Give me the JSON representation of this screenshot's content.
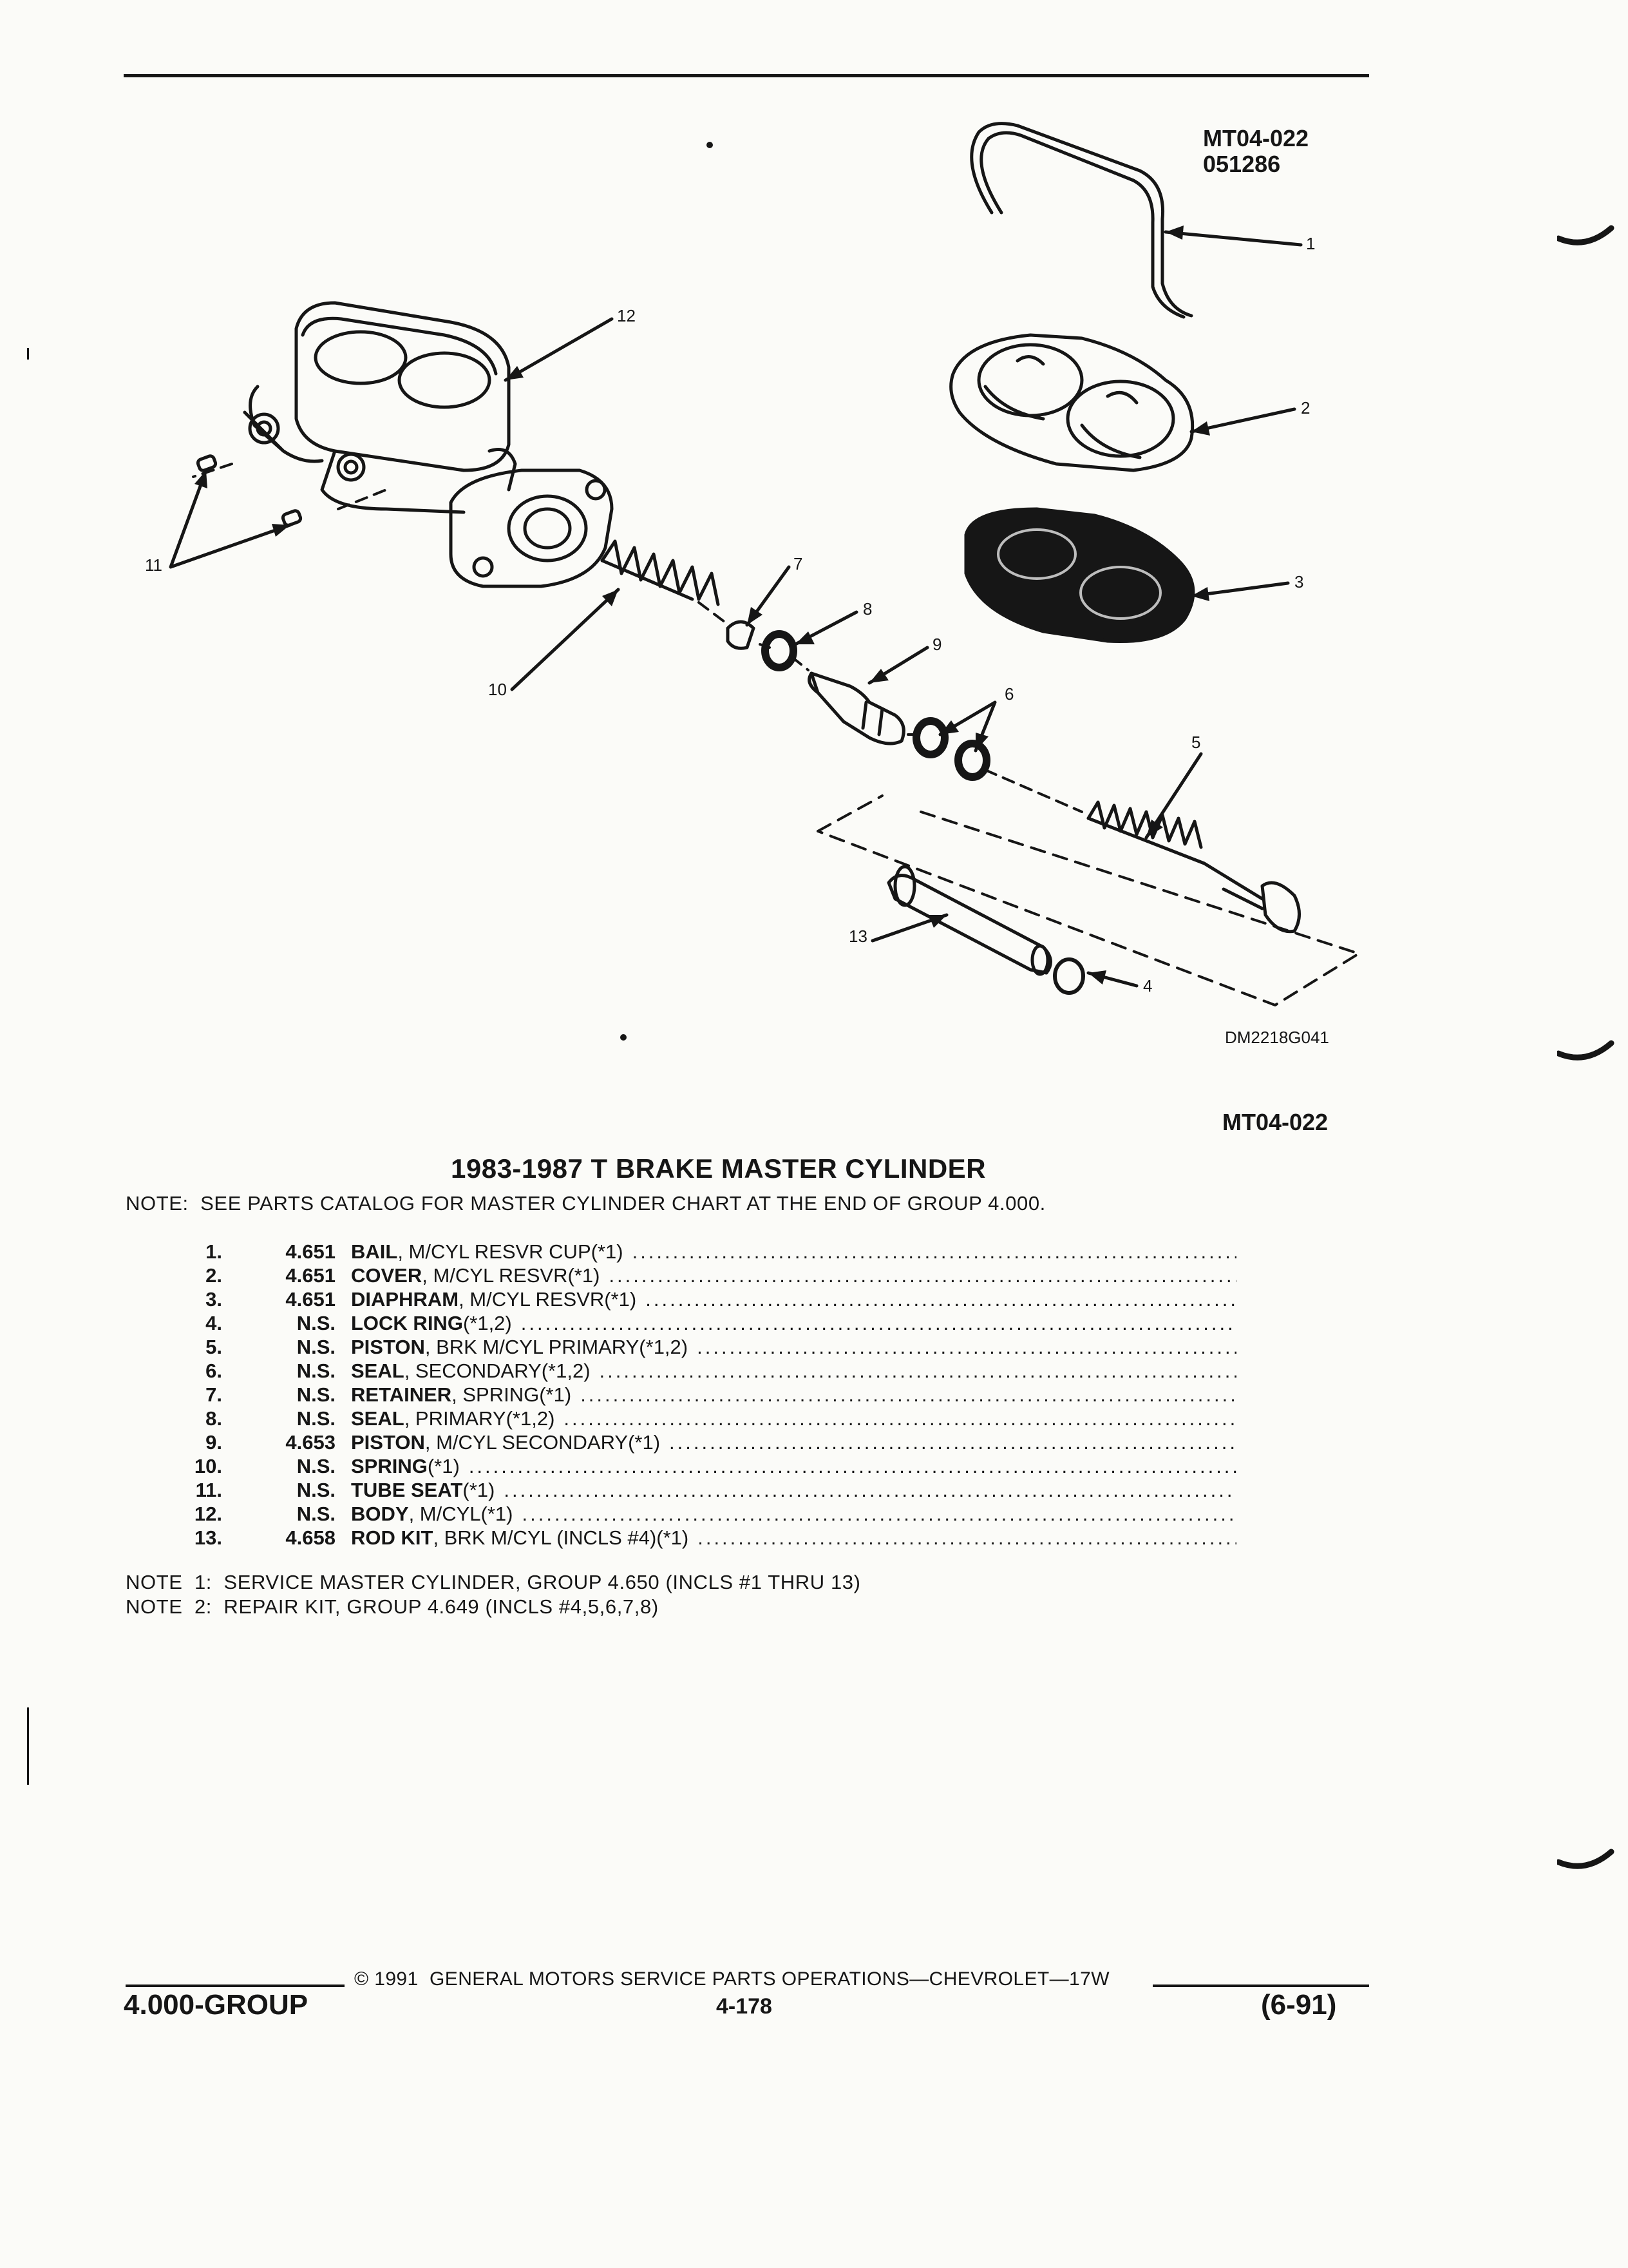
{
  "figure": {
    "codes": [
      "MT04-022",
      "051286"
    ],
    "callouts": [
      "1",
      "2",
      "3",
      "4",
      "5",
      "6",
      "7",
      "8",
      "9",
      "10",
      "11",
      "12",
      "13"
    ],
    "drawing_code": "DM2218G041",
    "figure_ref": "MT04-022"
  },
  "title": "1983-1987 T BRAKE MASTER CYLINDER",
  "note_top": "NOTE:  SEE PARTS CATALOG FOR MASTER CYLINDER CHART AT THE END OF GROUP 4.000.",
  "parts": [
    {
      "num": "1.",
      "group": "4.651",
      "name": "BAIL",
      "desc": ", M/CYL RESVR CUP(*1)"
    },
    {
      "num": "2.",
      "group": "4.651",
      "name": "COVER",
      "desc": ", M/CYL RESVR(*1)"
    },
    {
      "num": "3.",
      "group": "4.651",
      "name": "DIAPHRAM",
      "desc": ", M/CYL RESVR(*1)"
    },
    {
      "num": "4.",
      "group": "N.S.",
      "name": "LOCK RING",
      "desc": " (*1,2)"
    },
    {
      "num": "5.",
      "group": "N.S.",
      "name": "PISTON",
      "desc": ", BRK M/CYL PRIMARY(*1,2)"
    },
    {
      "num": "6.",
      "group": "N.S.",
      "name": "SEAL",
      "desc": ", SECONDARY(*1,2)"
    },
    {
      "num": "7.",
      "group": "N.S.",
      "name": "RETAINER",
      "desc": ", SPRING(*1)"
    },
    {
      "num": "8.",
      "group": "N.S.",
      "name": "SEAL",
      "desc": ", PRIMARY(*1,2)"
    },
    {
      "num": "9.",
      "group": "4.653",
      "name": "PISTON",
      "desc": ", M/CYL SECONDARY(*1)"
    },
    {
      "num": "10.",
      "group": "N.S.",
      "name": "SPRING",
      "desc": " (*1)"
    },
    {
      "num": "11.",
      "group": "N.S.",
      "name": "TUBE SEAT",
      "desc": " (*1)"
    },
    {
      "num": "12.",
      "group": "N.S.",
      "name": "BODY",
      "desc": ", M/CYL(*1)"
    },
    {
      "num": "13.",
      "group": "4.658",
      "name": "ROD KIT",
      "desc": ", BRK M/CYL (INCLS #4)(*1)"
    }
  ],
  "notes_bottom": [
    "NOTE  1:  SERVICE MASTER CYLINDER, GROUP 4.650 (INCLS #1 THRU 13)",
    "NOTE  2:  REPAIR KIT, GROUP 4.649 (INCLS #4,5,6,7,8)"
  ],
  "footer": {
    "copyright": "© 1991  GENERAL MOTORS SERVICE PARTS OPERATIONS—CHEVROLET—17W",
    "left": "4.000-GROUP",
    "center": "4-178",
    "right": "(6-91)"
  }
}
